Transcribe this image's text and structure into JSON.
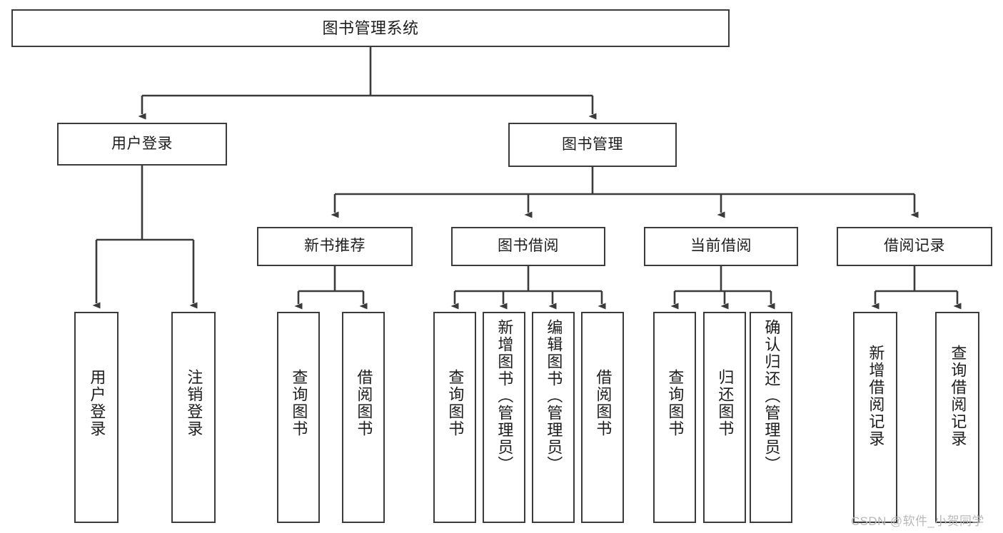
{
  "diagram": {
    "title": "图书管理系统",
    "type": "hierarchy-tree",
    "watermark": "CSDN @软件_小贺同学",
    "colors": {
      "background": "#ffffff",
      "border": "#3b3b3b",
      "edge": "#3b3b3b",
      "text": "#1d1d1d",
      "watermark": "#b9b9b9"
    },
    "nodes": {
      "root": {
        "label": "图书管理系统"
      },
      "level2": [
        {
          "id": "user-login",
          "label": "用户登录"
        },
        {
          "id": "book-management",
          "label": "图书管理"
        }
      ],
      "level3": [
        {
          "id": "new-book-recommend",
          "label": "新书推荐"
        },
        {
          "id": "book-borrow",
          "label": "图书借阅"
        },
        {
          "id": "current-borrow",
          "label": "当前借阅"
        },
        {
          "id": "borrow-record",
          "label": "借阅记录"
        }
      ],
      "leaves": {
        "user_login": [
          {
            "id": "leaf-user-login",
            "label": "用户登录"
          },
          {
            "id": "leaf-logout-login",
            "label": "注销登录"
          }
        ],
        "new_book_recommend": [
          {
            "id": "leaf-query-book-1",
            "label": "查询图书"
          },
          {
            "id": "leaf-borrow-book-1",
            "label": "借阅图书"
          }
        ],
        "book_borrow": [
          {
            "id": "leaf-query-book-2",
            "label": "查询图书"
          },
          {
            "id": "leaf-add-book",
            "label": "新增图书（管理员）"
          },
          {
            "id": "leaf-edit-book",
            "label": "编辑图书（管理员）"
          },
          {
            "id": "leaf-borrow-book-2",
            "label": "借阅图书"
          }
        ],
        "current_borrow": [
          {
            "id": "leaf-query-book-3",
            "label": "查询图书"
          },
          {
            "id": "leaf-return-book",
            "label": "归还图书"
          },
          {
            "id": "leaf-confirm-return",
            "label": "确认归还（管理员）"
          }
        ],
        "borrow_record": [
          {
            "id": "leaf-add-borrow-record",
            "label": "新增借阅记录"
          },
          {
            "id": "leaf-query-borrow-record",
            "label": "查询借阅记录"
          }
        ]
      }
    }
  }
}
